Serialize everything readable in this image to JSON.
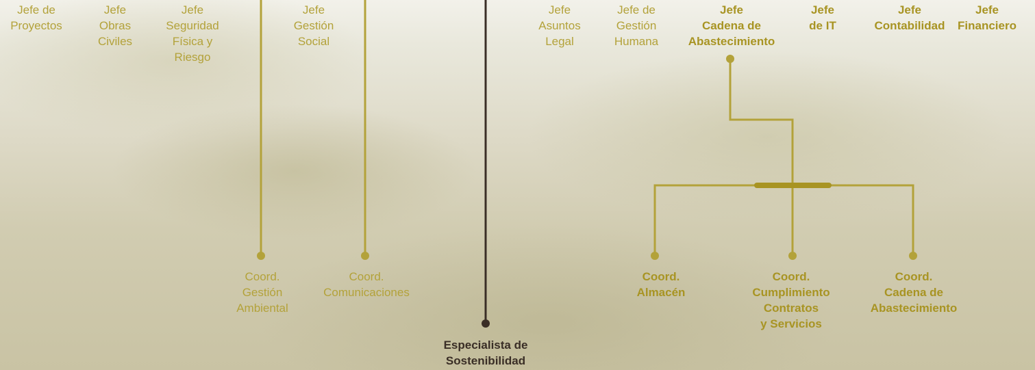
{
  "top_left": [
    {
      "lines": [
        "Jefe de",
        "Proyectos"
      ]
    },
    {
      "lines": [
        "Jefe",
        "Obras",
        "Civiles"
      ]
    },
    {
      "lines": [
        "Jefe",
        "Seguridad",
        "Física y",
        "Riesgo"
      ]
    },
    {
      "lines": [
        "Jefe",
        "Gestión",
        "Social"
      ]
    }
  ],
  "top_right": [
    {
      "lines": [
        "Jefe",
        "Asuntos",
        "Legal"
      ]
    },
    {
      "lines": [
        "Jefe de",
        "Gestión",
        "Humana"
      ]
    },
    {
      "lines": [
        "Jefe",
        "Cadena de",
        "Abastecimiento"
      ]
    },
    {
      "lines": [
        "Jefe",
        "de IT"
      ]
    },
    {
      "lines": [
        "Jefe",
        "Contabilidad"
      ]
    },
    {
      "lines": [
        "Jefe",
        "Financiero"
      ]
    }
  ],
  "coord_left": [
    {
      "lines": [
        "Coord.",
        "Gestión",
        "Ambiental"
      ]
    },
    {
      "lines": [
        "Coord.",
        "Comunicaciones"
      ]
    }
  ],
  "coord_right": [
    {
      "lines": [
        "Coord.",
        "Almacén"
      ]
    },
    {
      "lines": [
        "Coord.",
        "Cumplimiento",
        "Contratos",
        "y Servicios"
      ]
    },
    {
      "lines": [
        "Coord.",
        "Cadena de",
        "Abastecimiento"
      ]
    }
  ],
  "specialist": {
    "lines": [
      "Especialista de",
      "Sostenibilidad"
    ]
  },
  "colors": {
    "gold": "#b3a23a",
    "gold_bold": "#a89423",
    "dark": "#3a2e26"
  }
}
